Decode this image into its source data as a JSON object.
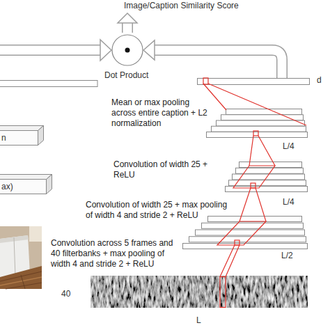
{
  "diagram": {
    "title": "Image/Caption Similarity Score",
    "nodes": [
      {
        "text": [
          "Dot Product"
        ]
      },
      {
        "text": [
          "d"
        ]
      },
      {
        "text": [
          "L/4"
        ]
      },
      {
        "text": [
          "n"
        ]
      },
      {
        "text": [
          "L/4"
        ]
      },
      {
        "text": [
          "ax)"
        ]
      },
      {
        "text": [
          "L/2"
        ]
      },
      {
        "text": [
          "40",
          "L"
        ]
      }
    ],
    "edges": [
      {
        "from": 1,
        "to": 0,
        "arrow": "to"
      }
    ],
    "labels": [
      "Mean or max pooling across entire caption + L2 normalization",
      "Convolution of width 25 + ReLU",
      "Convolution of width 25 + max pooling of width 4 and stride 2 + ReLU",
      "Convolution across 5 frames and 40 filterbanks + max pooling of width 4 and stride 2 + ReLU"
    ]
  }
}
